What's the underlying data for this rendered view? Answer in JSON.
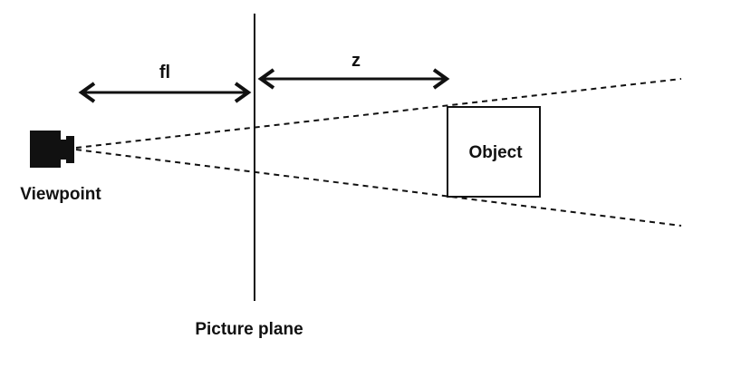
{
  "labels": {
    "focal_length": "fl",
    "distance": "z",
    "object": "Object",
    "viewpoint": "Viewpoint",
    "picture_plane": "Picture plane"
  },
  "colors": {
    "ink": "#111111",
    "background": "#ffffff"
  },
  "icons": {
    "viewpoint": "camera-icon"
  }
}
